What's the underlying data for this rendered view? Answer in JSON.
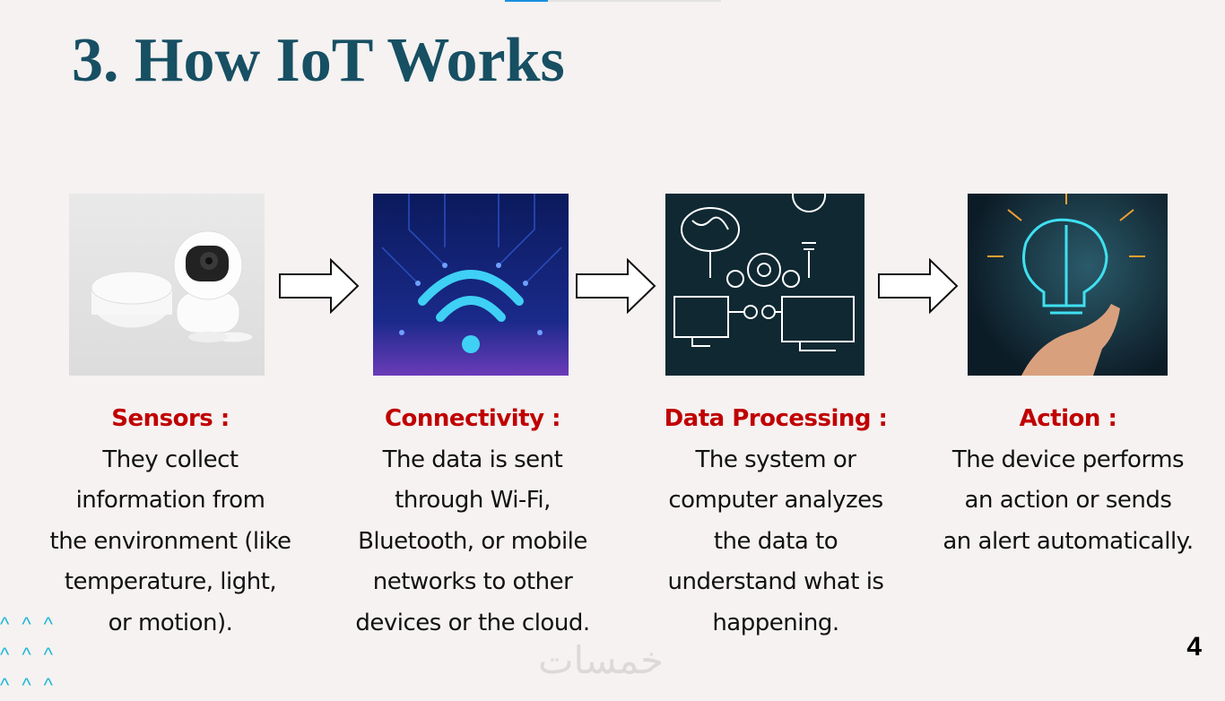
{
  "slide": {
    "title": "3. How IoT Works",
    "page_number": "4",
    "progress_percent": 20,
    "watermark": "خمسات"
  },
  "steps": [
    {
      "title": "Sensors :",
      "desc": "They collect\ninformation from\nthe environment (like\ntemperature, light,\nor motion)."
    },
    {
      "title": "Connectivity :",
      "desc": "The data is sent\nthrough Wi-Fi,\nBluetooth, or mobile\nnetworks to other\ndevices or the cloud."
    },
    {
      "title": "Data Processing :",
      "desc": "The system or\ncomputer analyzes\nthe data to\nunderstand what is\nhappening."
    },
    {
      "title": "Action :",
      "desc": "The device performs\nan action or sends\nan alert automatically."
    }
  ],
  "colors": {
    "title": "#174f63",
    "step_title": "#c00000",
    "accent": "#1a8fe0"
  }
}
